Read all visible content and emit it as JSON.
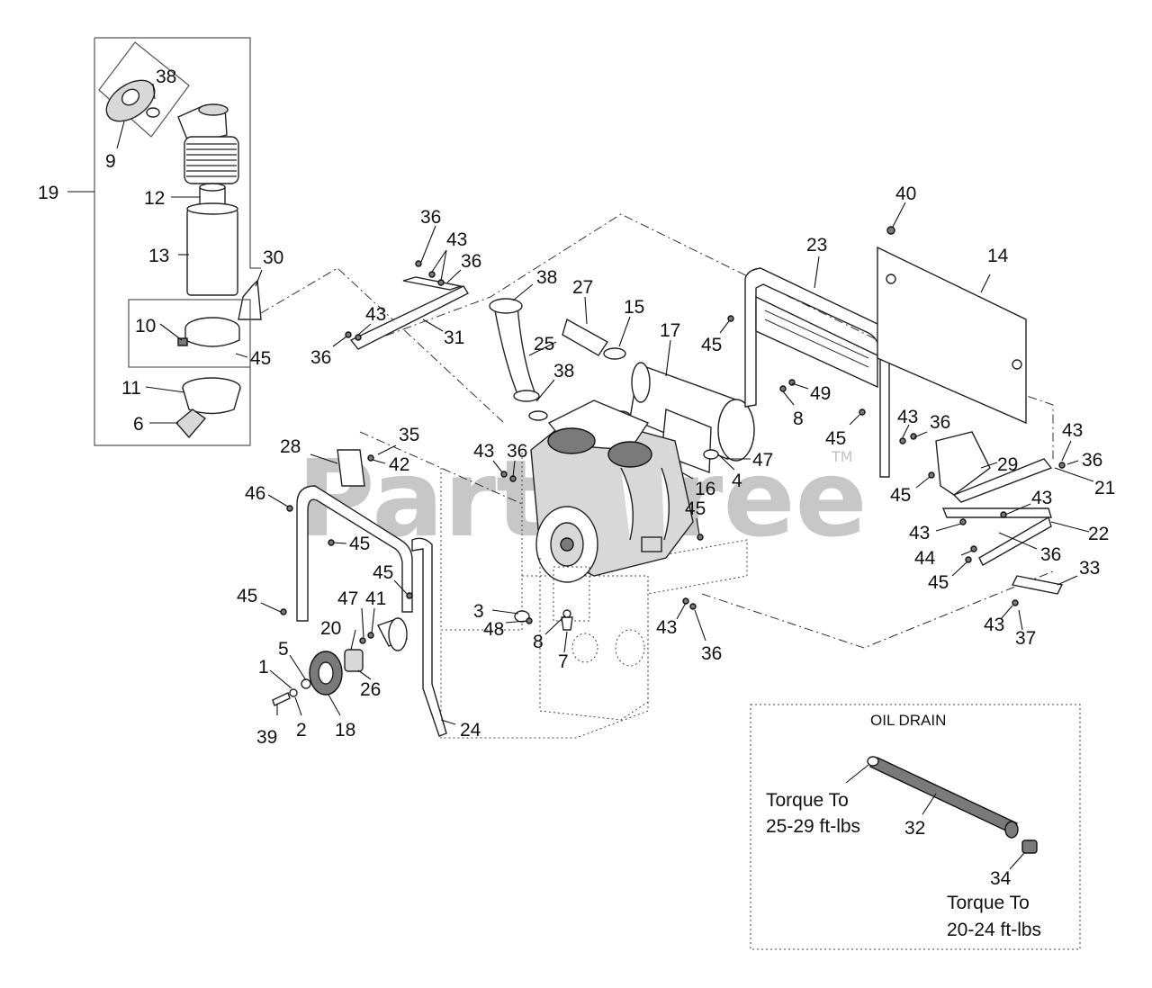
{
  "watermark": {
    "text": "PartsTree",
    "tm": "TM"
  },
  "inset": {
    "title": "OIL DRAIN",
    "torque_a_line1": "Torque To",
    "torque_a_line2": "25-29 ft-lbs",
    "torque_b_line1": "Torque To",
    "torque_b_line2": "20-24 ft-lbs",
    "part_hose": "32",
    "part_plug": "34"
  },
  "callouts": {
    "c19": "19",
    "c38a": "38",
    "c9": "9",
    "c12": "12",
    "c13": "13",
    "c30": "30",
    "c10": "10",
    "c45a": "45",
    "c11": "11",
    "c6": "6",
    "c36a": "36",
    "c43a": "43",
    "c36b": "36",
    "c31": "31",
    "c43b": "43",
    "c36c": "36",
    "c38b": "38",
    "c27": "27",
    "c15": "15",
    "c25": "25",
    "c38c": "38",
    "c17": "17",
    "c40": "40",
    "c23": "23",
    "c14": "14",
    "c45b": "45",
    "c49": "49",
    "c8a": "8",
    "c45c": "45",
    "c43c": "43",
    "c36d": "36",
    "c47a": "47",
    "c4": "4",
    "c16": "16",
    "c29": "29",
    "c43d": "43",
    "c36e": "36",
    "c21": "21",
    "c45d": "45",
    "c43e": "43",
    "c22": "22",
    "c43f": "43",
    "c36f": "36",
    "c44": "44",
    "c45e": "45",
    "c33": "33",
    "c43g": "43",
    "c37": "37",
    "c28": "28",
    "c35": "35",
    "c42": "42",
    "c43h": "43",
    "c36g": "36",
    "c46": "46",
    "c45f": "45",
    "c45g": "45",
    "c45h": "45",
    "c45i": "45",
    "c47b": "47",
    "c41": "41",
    "c20": "20",
    "c5": "5",
    "c1": "1",
    "c26": "26",
    "c39": "39",
    "c2": "2",
    "c18": "18",
    "c24": "24",
    "c3": "3",
    "c48": "48",
    "c8b": "8",
    "c7": "7",
    "c43i": "43",
    "c36h": "36"
  }
}
